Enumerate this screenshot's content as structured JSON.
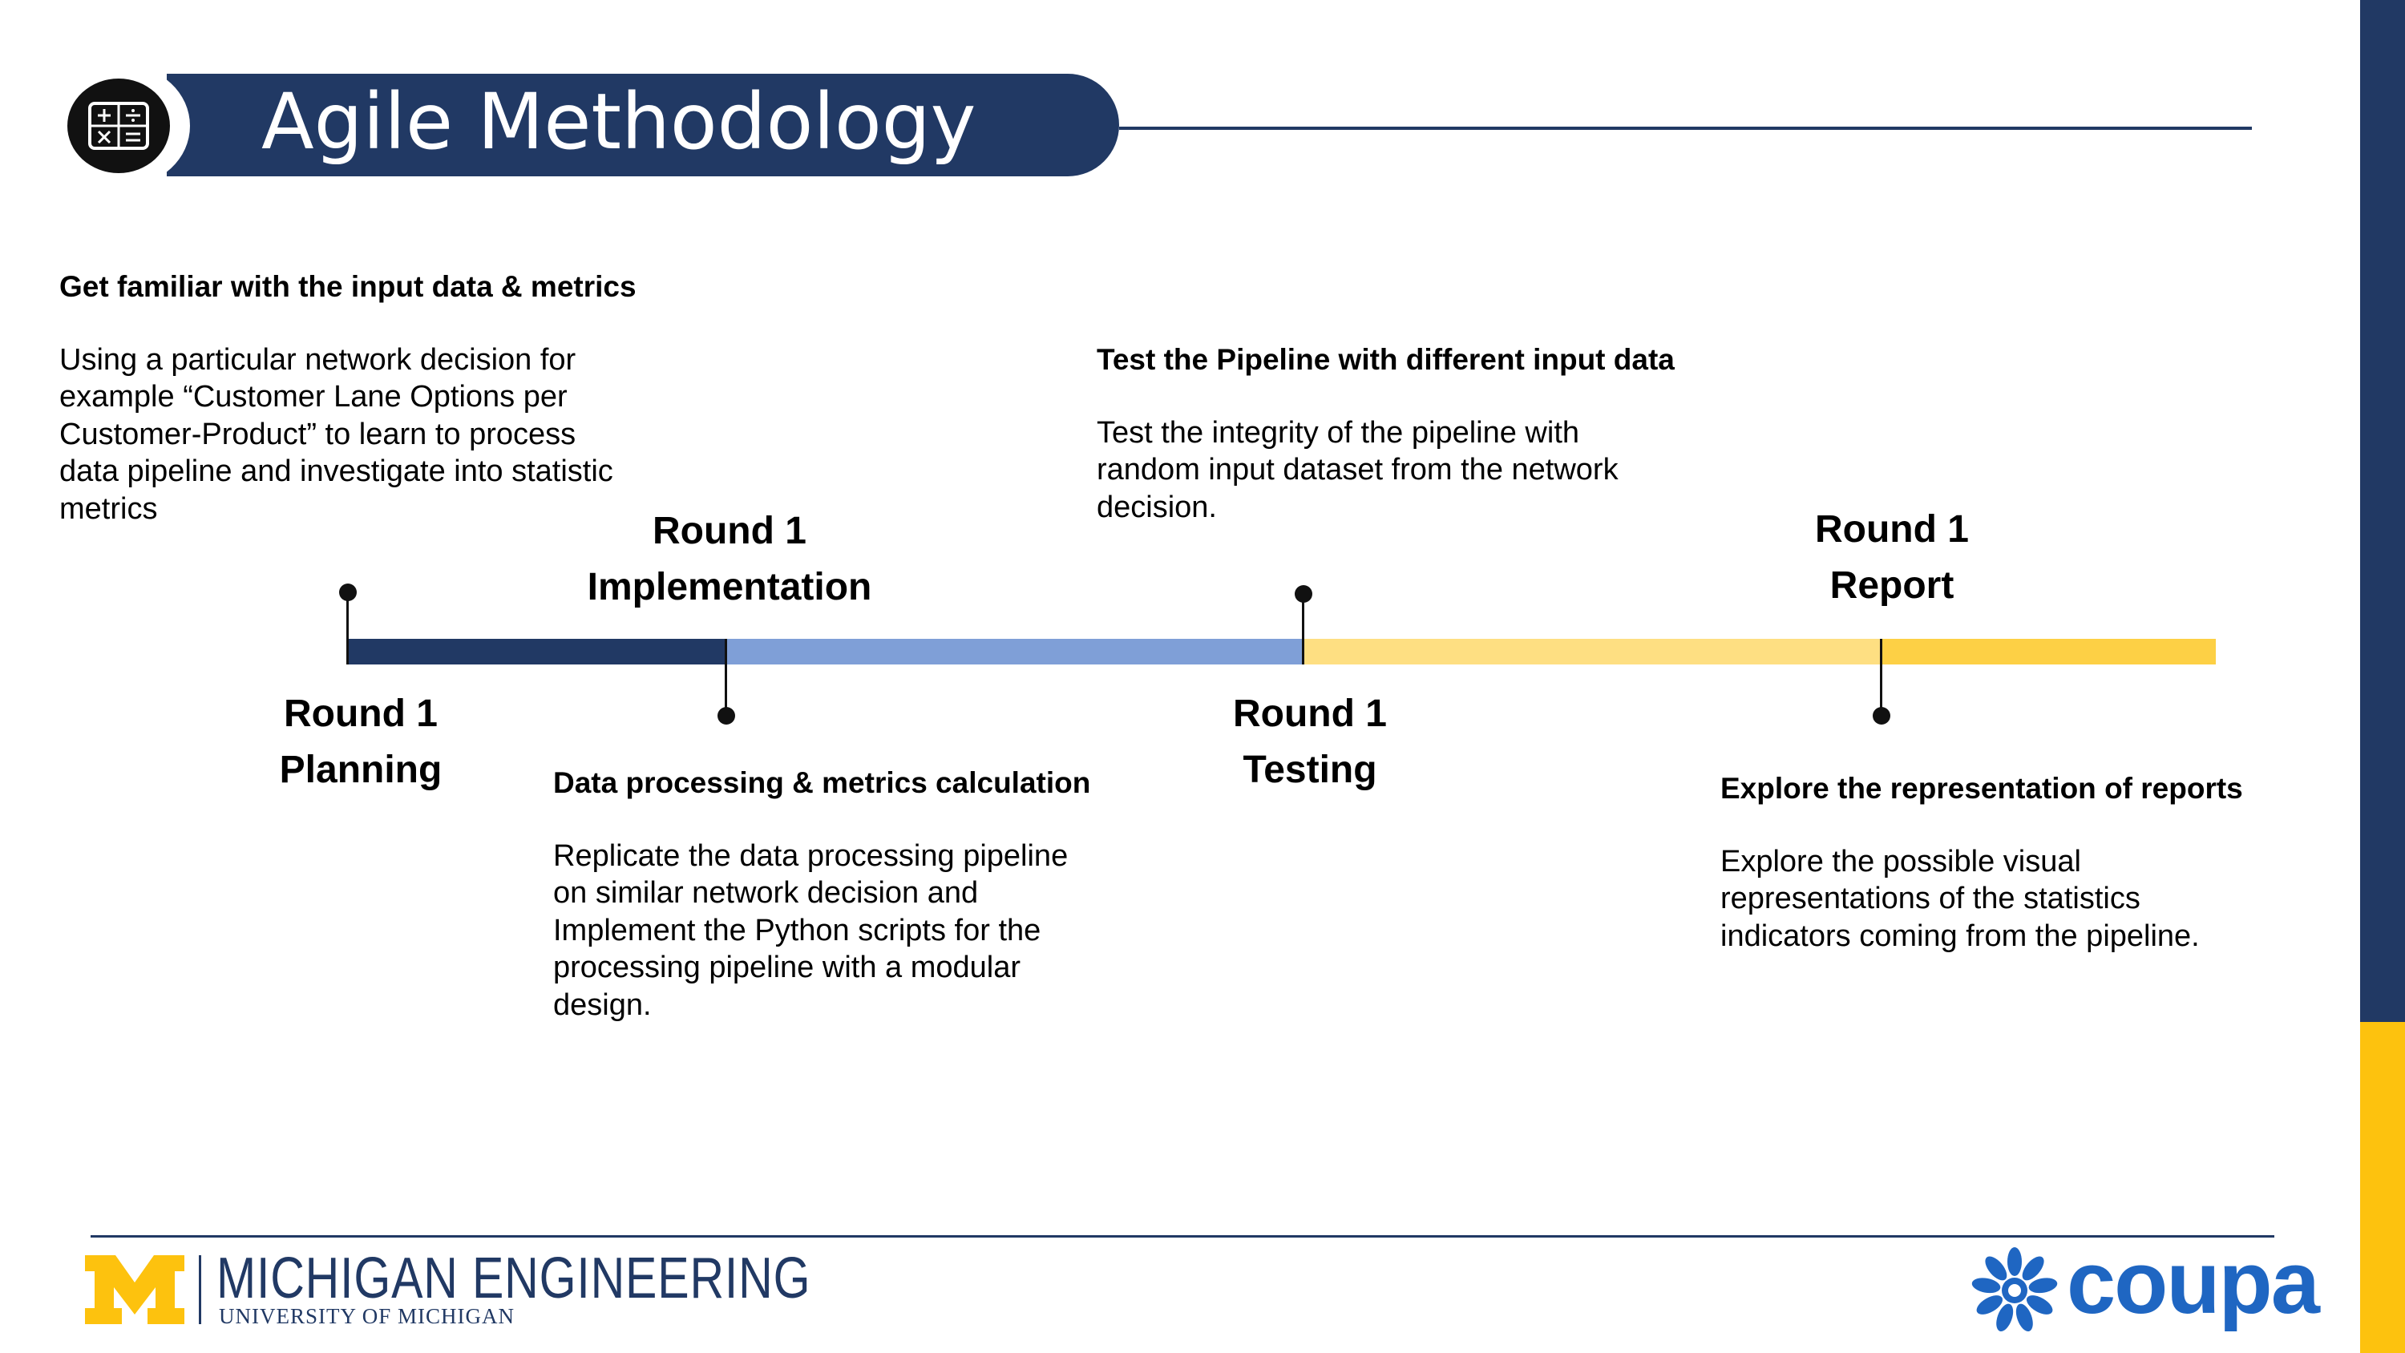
{
  "header": {
    "title": "Agile Methodology",
    "icon": "calculator-icon"
  },
  "blocks": {
    "planning_info": {
      "title": "Get familiar with the input data & metrics",
      "body": "Using a particular network decision for\nexample  “Customer Lane Options per\nCustomer-Product” to  learn to  process\ndata pipeline and investigate into statistic\nmetrics"
    },
    "implementation_info": {
      "title": "Data processing & metrics calculation",
      "body": "Replicate the data processing pipeline\non similar network decision and\nImplement the Python scripts for the\nprocessing pipeline with a modular\ndesign."
    },
    "testing_info": {
      "title": "Test the Pipeline with different input data",
      "body": "Test the integrity of the pipeline with\nrandom input dataset from the network\ndecision."
    },
    "report_info": {
      "title": "Explore the representation of reports",
      "body": "Explore the possible visual\nrepresentations of the statistics\nindicators coming from the pipeline."
    }
  },
  "phases": {
    "planning": "Round 1\nPlanning",
    "implementation": "Round 1\nImplementation",
    "testing": "Round 1\nTesting",
    "report": "Round 1\nReport"
  },
  "colors": {
    "navy": "#213964",
    "light_blue": "#7f9fd7",
    "light_yellow": "#fedf82",
    "gold": "#fdd045",
    "side_gold": "#fdc20e",
    "coupa_blue": "#1f66c2",
    "m_yellow": "#fdc20e"
  },
  "footer": {
    "university_main": "MICHIGAN ENGINEERING",
    "university_sub": "UNIVERSITY OF MICHIGAN",
    "partner": "coupa"
  }
}
